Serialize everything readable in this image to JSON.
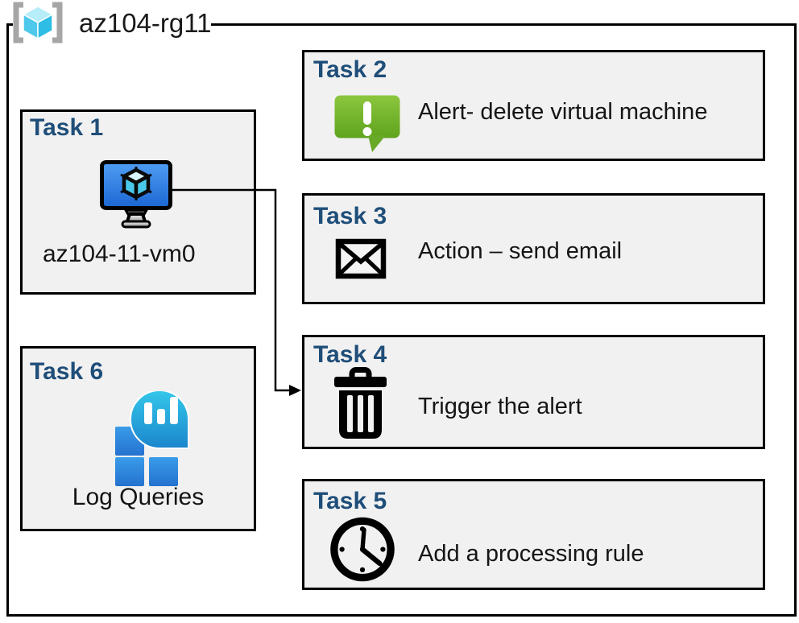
{
  "resource_group": {
    "name": "az104-rg11"
  },
  "tasks": {
    "task1": {
      "label": "Task 1",
      "caption": "az104-11-vm0",
      "icon": "virtual-machine-icon"
    },
    "task2": {
      "label": "Task 2",
      "caption": "Alert- delete virtual machine",
      "icon": "alert-icon"
    },
    "task3": {
      "label": "Task 3",
      "caption": "Action – send email",
      "icon": "email-icon"
    },
    "task4": {
      "label": "Task 4",
      "caption": "Trigger the alert",
      "icon": "trash-icon"
    },
    "task5": {
      "label": "Task 5",
      "caption": "Add a processing rule",
      "icon": "clock-icon"
    },
    "task6": {
      "label": "Task 6",
      "caption": "Log Queries",
      "icon": "log-analytics-icon"
    }
  },
  "connector": {
    "from": "task1",
    "to": "task4"
  },
  "colors": {
    "task_label_blue": "#1f4e79",
    "box_fill": "#f1f1f1",
    "box_border": "#000000",
    "alert_green_top": "#8cc63e",
    "alert_green_bottom": "#5fa31d",
    "vm_screen_blue_top": "#4f9ef3",
    "vm_screen_blue_bottom": "#1b66d3",
    "log_teal_top": "#35c7ea",
    "log_teal_bottom": "#1b86cd",
    "log_square_blue": "#2b87dd",
    "rg_cube_cyan": "#4ec9ec",
    "rg_bracket_gray": "#a6a6a6"
  }
}
